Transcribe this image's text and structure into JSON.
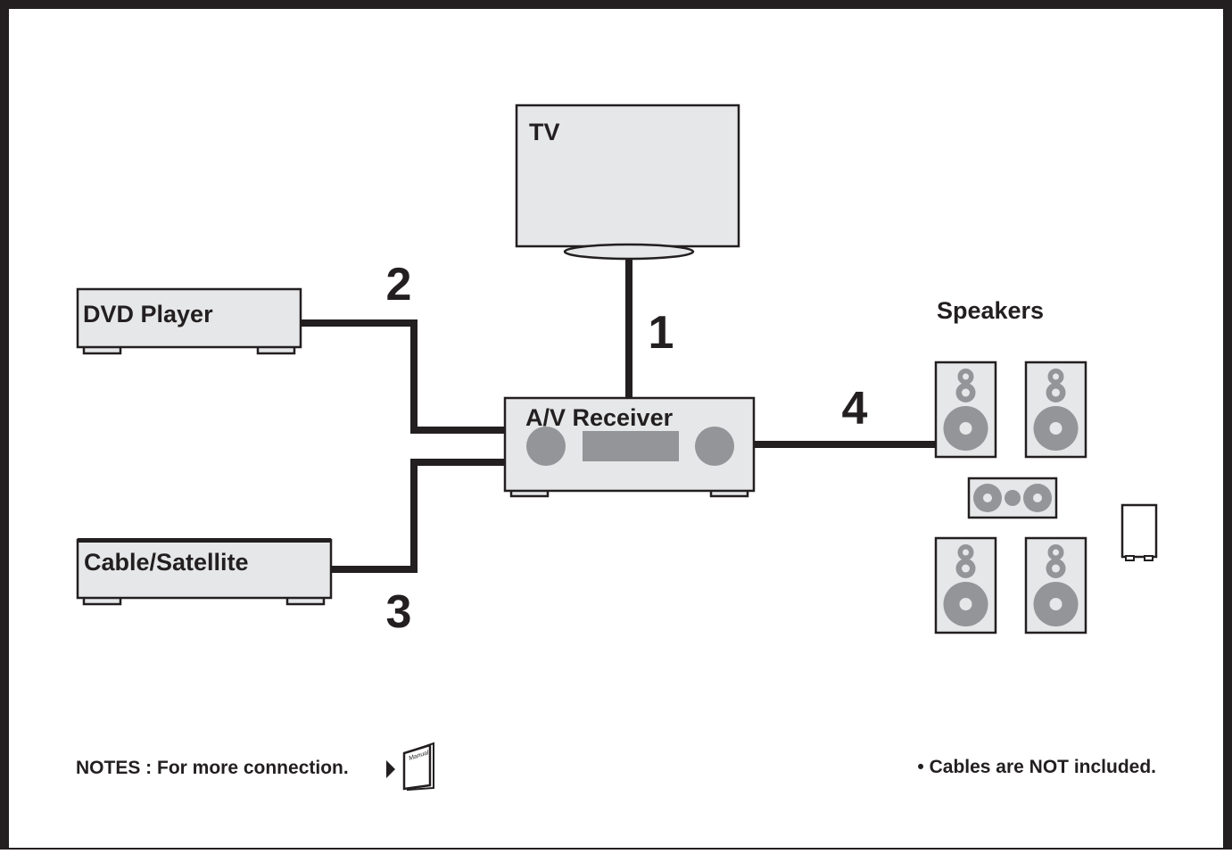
{
  "devices": {
    "tv": "TV",
    "dvd_player": "DVD Player",
    "cable_satellite": "Cable/Satellite",
    "receiver": "A/V Receiver",
    "speakers": "Speakers"
  },
  "connections": [
    "1",
    "2",
    "3",
    "4"
  ],
  "notes": {
    "left": "NOTES : For more connection.",
    "manual_label": "Manual",
    "right": "• Cables are NOT included."
  },
  "colors": {
    "frame": "#231f20",
    "device_fill": "#e6e7e8",
    "speaker_fill": "#e6e7e8",
    "driver_gray": "#939598",
    "cable": "#231f20"
  },
  "icons": [
    "speaker-icon",
    "center-speaker-icon",
    "subwoofer-icon",
    "manual-book-icon",
    "arrow-right-icon"
  ]
}
